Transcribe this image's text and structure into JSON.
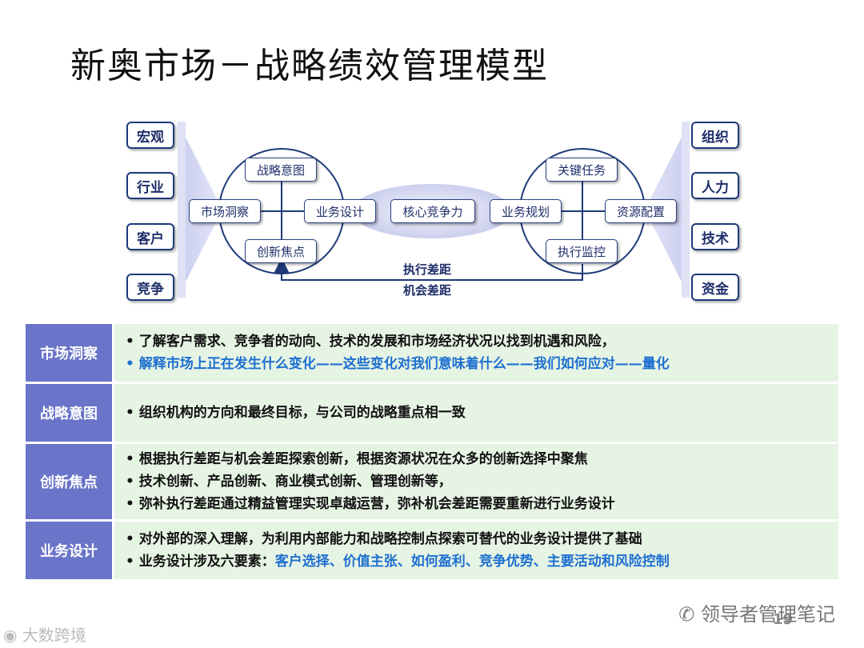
{
  "title": "新奥市场－战略绩效管理模型",
  "diagram": {
    "left_inputs": [
      "宏观",
      "行业",
      "客户",
      "竞争"
    ],
    "right_inputs": [
      "组织",
      "人力",
      "技术",
      "资金"
    ],
    "left_cycle": {
      "top": "战略意图",
      "left": "市场洞察",
      "right": "业务设计",
      "bottom": "创新焦点"
    },
    "core": "核心竞争力",
    "right_cycle": {
      "top": "关键任务",
      "left": "业务规划",
      "right": "资源配置",
      "bottom": "执行监控"
    },
    "gap_labels": [
      "执行差距",
      "机会差距"
    ]
  },
  "rows": [
    {
      "head": "市场洞察",
      "lines": [
        {
          "plain": "• 了解客户需求、竞争者的动向、技术的发展和市场经济状况以找到机遇和风险，",
          "blue": ""
        },
        {
          "plain": "",
          "blue": "• 解释市场上正在发生什么变化——这些变化对我们意味着什么——我们如何应对——量化"
        }
      ]
    },
    {
      "head": "战略意图",
      "lines": [
        {
          "plain": "• 组织机构的方向和最终目标，与公司的战略重点相一致",
          "blue": ""
        }
      ]
    },
    {
      "head": "创新焦点",
      "lines": [
        {
          "plain": "• 根据执行差距与机会差距探索创新，根据资源状况在众多的创新选择中聚焦",
          "blue": ""
        },
        {
          "plain": "• 技术创新、产品创新、商业模式创新、管理创新等，",
          "blue": ""
        },
        {
          "plain": "• 弥补执行差距通过精益管理实现卓越运营，弥补机会差距需要重新进行业务设计",
          "blue": ""
        }
      ]
    },
    {
      "head": "业务设计",
      "lines": [
        {
          "plain": "• 对外部的深入理解，为利用内部能力和战略控制点探索可替代的业务设计提供了基础",
          "blue": ""
        },
        {
          "plain": "• 业务设计涉及六要素：",
          "blue": "客户选择、价值主张、如何盈利、竞争优势、主要活动和风险控制"
        }
      ]
    }
  ],
  "watermark": "领导者管理笔记",
  "watermark2": "大数跨境",
  "page_number": "19",
  "colors": {
    "row_head": "#6a74c8",
    "row_body": "#e6f4e4",
    "accent_blue": "#1e6fd0",
    "box_border": "#1f3a7a"
  }
}
